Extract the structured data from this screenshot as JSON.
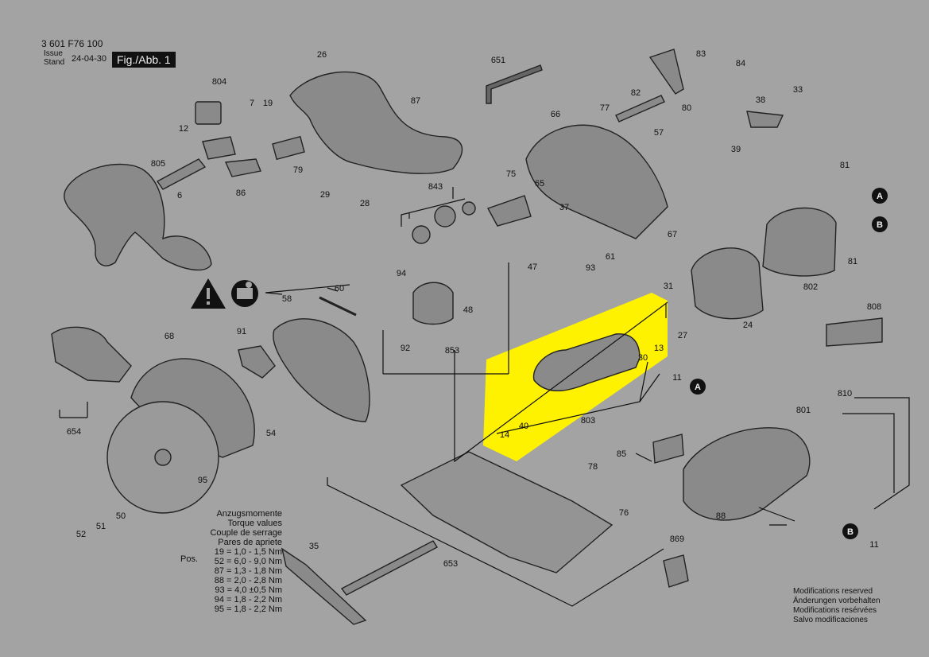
{
  "header": {
    "part_number": "3 601 F76 100",
    "issue_label_1": "Issue",
    "issue_label_2": "Stand",
    "issue_date": "24-04-30",
    "figure_label": "Fig./Abb. 1"
  },
  "torque": {
    "heading": [
      "Anzugsmomente",
      "Torque values",
      "Couple de serrage",
      "Pares de apriete"
    ],
    "pos_label": "Pos.",
    "rows": [
      "19 = 1,0 - 1,5 Nm",
      "52 = 6,0 - 9,0 Nm",
      "87 = 1,3 - 1,8 Nm",
      "88 = 2,0 - 2,8 Nm",
      "93 = 4,0 ±0,5 Nm",
      "94 = 1,8 - 2,2 Nm",
      "95 = 1,8 - 2,2 Nm"
    ]
  },
  "modifications": [
    "Modifications reserved",
    "Änderungen vorbehalten",
    "Modifications resérvées",
    "Salvo modificaciones"
  ],
  "callouts": {
    "A": "A",
    "B": "B"
  },
  "parts": [
    "26",
    "804",
    "7",
    "19",
    "12",
    "805",
    "6",
    "86",
    "79",
    "29",
    "28",
    "87",
    "651",
    "83",
    "84",
    "82",
    "80",
    "77",
    "66",
    "57",
    "38",
    "33",
    "39",
    "81",
    "843",
    "75",
    "65",
    "37",
    "67",
    "93",
    "61",
    "802",
    "94",
    "47",
    "48",
    "92",
    "853",
    "60",
    "58",
    "31",
    "27",
    "24",
    "91",
    "68",
    "54",
    "654",
    "95",
    "52",
    "51",
    "50",
    "30",
    "13",
    "803",
    "14",
    "40",
    "11",
    "810",
    "801",
    "808",
    "85",
    "78",
    "76",
    "869",
    "653",
    "35",
    "88"
  ],
  "colors": {
    "background": "#a3a3a3",
    "highlight": "#fff200",
    "ink": "#111111"
  }
}
